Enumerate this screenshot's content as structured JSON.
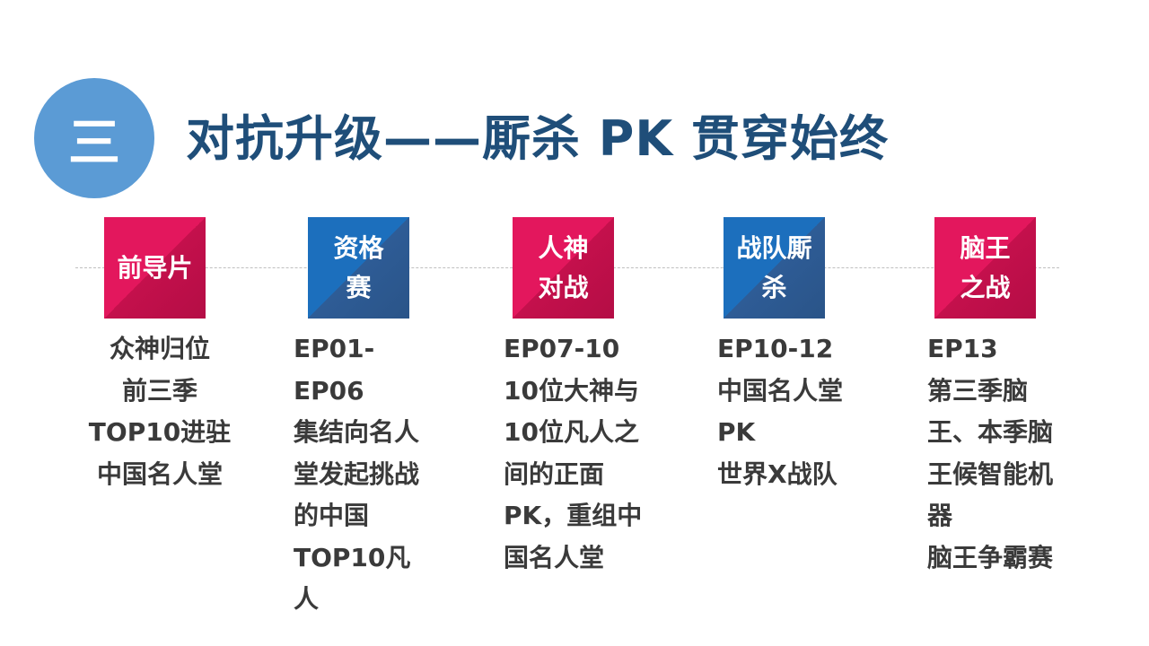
{
  "section_number": "三",
  "title": "对抗升级——厮杀 PK 贯穿始终",
  "colors": {
    "circle": "#5b9bd5",
    "title": "#1f4e79",
    "pink": "#e3175d",
    "blue": "#1c6fbd",
    "text": "#3a3a3a"
  },
  "stages": [
    {
      "label": "前导片",
      "description": "众神归位\n前三季\nTOP10进驻\n中国名人堂"
    },
    {
      "label": "资格\n赛",
      "description": "EP01-\nEP06\n集结向名人\n堂发起挑战\n的中国\nTOP10凡\n人"
    },
    {
      "label": "人神\n对战",
      "description": "EP07-10\n10位大神与\n10位凡人之\n间的正面\nPK，重组中\n国名人堂"
    },
    {
      "label": "战队厮\n杀",
      "description": "EP10-12\n中国名人堂\nPK\n世界X战队"
    },
    {
      "label": "脑王\n之战",
      "description": "EP13\n第三季脑\n王、本季脑\n王候智能机\n器\n脑王争霸赛"
    }
  ]
}
